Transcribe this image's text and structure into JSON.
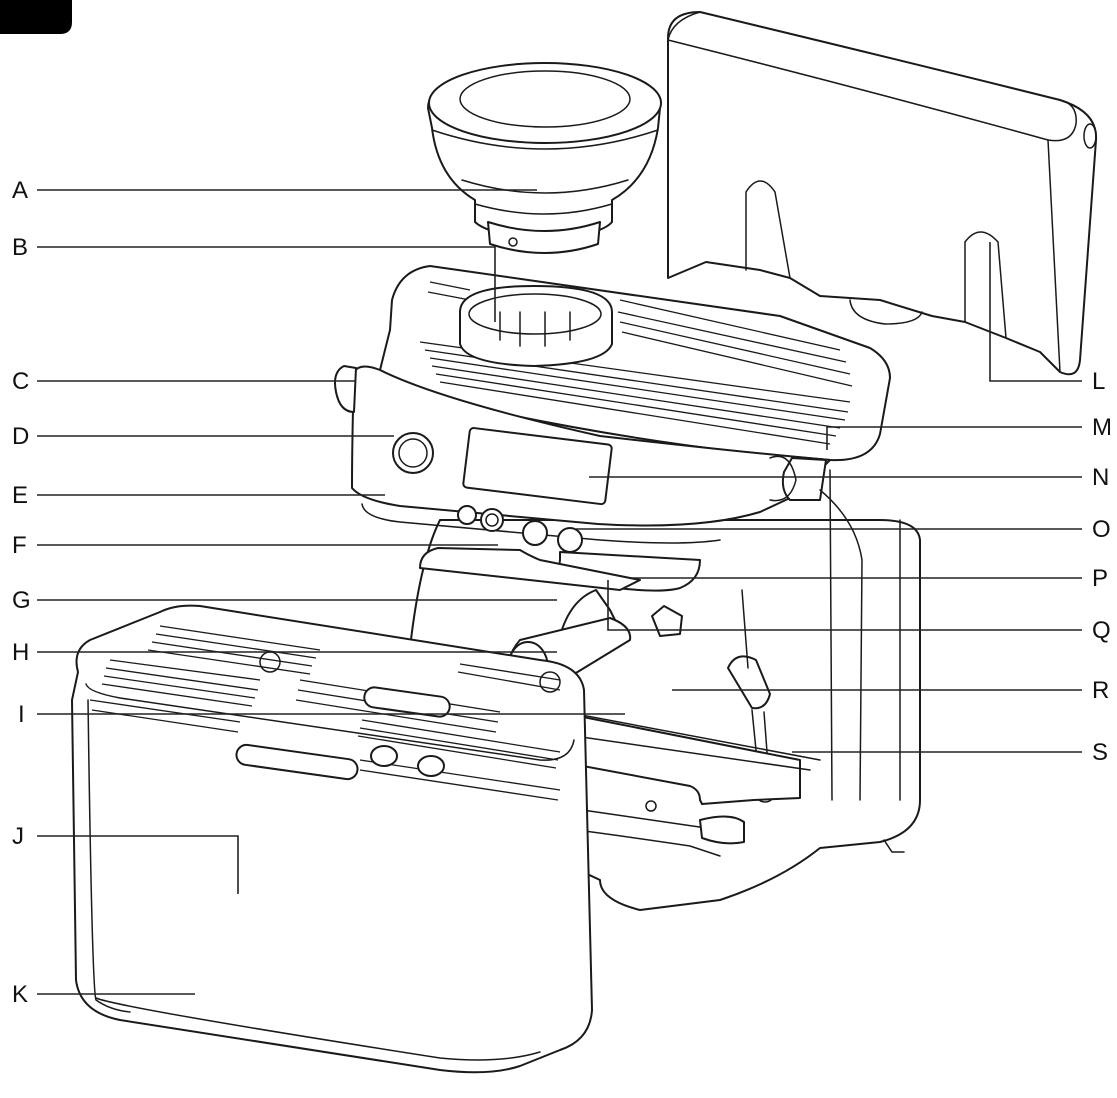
{
  "callouts": [
    {
      "id": "A",
      "label": "A"
    },
    {
      "id": "B",
      "label": "B"
    },
    {
      "id": "C",
      "label": "C"
    },
    {
      "id": "D",
      "label": "D"
    },
    {
      "id": "E",
      "label": "E"
    },
    {
      "id": "F",
      "label": "F"
    },
    {
      "id": "G",
      "label": "G"
    },
    {
      "id": "H",
      "label": "H"
    },
    {
      "id": "I",
      "label": "I"
    },
    {
      "id": "J",
      "label": "J"
    },
    {
      "id": "K",
      "label": "K"
    },
    {
      "id": "L",
      "label": "L"
    },
    {
      "id": "M",
      "label": "M"
    },
    {
      "id": "N",
      "label": "N"
    },
    {
      "id": "O",
      "label": "O"
    },
    {
      "id": "P",
      "label": "P"
    },
    {
      "id": "Q",
      "label": "Q"
    },
    {
      "id": "R",
      "label": "R"
    },
    {
      "id": "S",
      "label": "S"
    }
  ],
  "colors": {
    "ink": "#1a1a1a",
    "paper": "#ffffff"
  }
}
